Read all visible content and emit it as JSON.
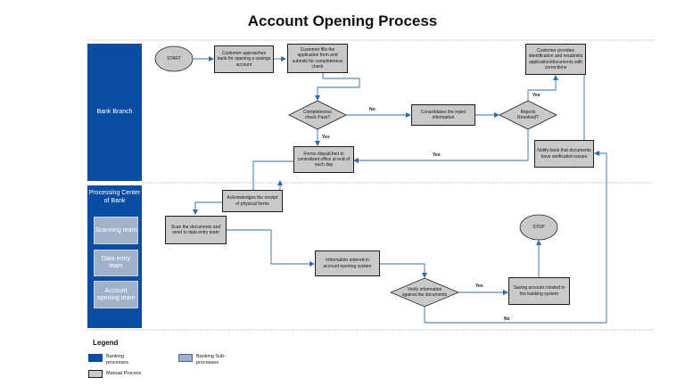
{
  "title": "Account Opening Process",
  "lanes": {
    "bank_branch": "Bank Branch",
    "processing_center": "Processing Center of Bank",
    "sub_scanning": "Scanning team",
    "sub_data_entry": "Data entry team",
    "sub_account_opening": "Account opening team"
  },
  "nodes": {
    "start": "START",
    "approach": "Customer approaches bank for opening a savings account",
    "fills": "Customer fills the application form and submits for completeness check",
    "completeness": "Completeness check Pass?",
    "consolidates": "Consolidates the reject information",
    "rejects": "Rejects Resolved?",
    "provides": "Customer provides identification and resubmits application/documents with corrections",
    "notify": "Notify bank that documents have verification issues",
    "dispatched": "Forms dispatched to centralized office at end of each day",
    "acknowledges": "Acknowledges the receipt of physical forms",
    "scan": "Scan the documents and send to data entry team",
    "entered": "Information entered in account opening system",
    "verify": "Verify information against the documents",
    "saving": "Saving account created in the banking system",
    "stop": "STOP"
  },
  "edge_labels": {
    "no1": "No",
    "yes1": "Yes",
    "yes_rejects": "Yes",
    "yes_bottom": "Yes",
    "yes_verify": "Yes",
    "no_verify": "No"
  },
  "legend": {
    "title": "Legend",
    "banking_processes": "Banking processes",
    "banking_subprocesses": "Banking Sub-processes",
    "manual_process": "Manual Process"
  },
  "colors": {
    "lane_blue": "#0b4da2",
    "sub_blue": "#9fb2c9",
    "manual_gray": "#c9c9c9",
    "connector": "#2c6cae"
  }
}
